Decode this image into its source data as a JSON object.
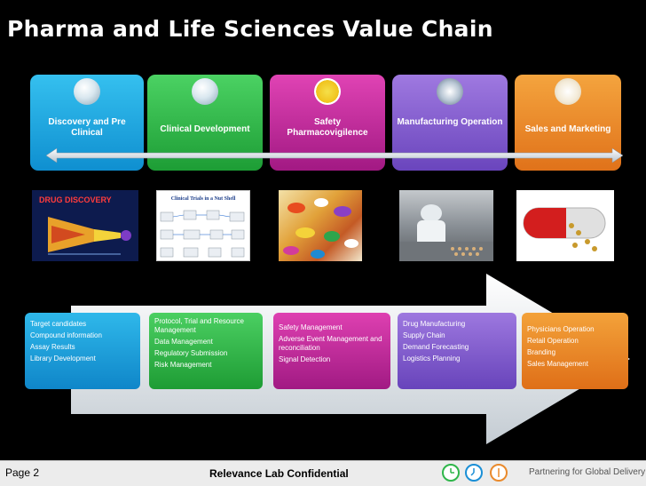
{
  "title": "Pharma and Life Sciences Value Chain",
  "phases": [
    {
      "label": "Discovery and Pre Clinical",
      "icon": "lab-flask-icon"
    },
    {
      "label": "Clinical Development",
      "icon": "clinical-team-icon"
    },
    {
      "label": "Safety Pharmacovigilence",
      "icon": "safety-first-icon"
    },
    {
      "label": "Manufacturing Operation",
      "icon": "gears-icon"
    },
    {
      "label": "Sales and Marketing",
      "icon": "handshake-icon"
    }
  ],
  "images": {
    "drug_discovery": {
      "caption": "DRUG DISCOVERY"
    },
    "clinical_trials": {
      "caption": "Clinical Trials in a Nut Shell"
    }
  },
  "lists": [
    [
      "Target  candidates",
      "Compound information",
      "Assay Results",
      "Library Development"
    ],
    [
      "Protocol, Trial and Resource Management",
      "Data Management",
      "Regulatory Submission",
      "Risk Management"
    ],
    [
      "Safety Management",
      "Adverse Event Management and reconciliation",
      "Signal Detection"
    ],
    [
      "Drug Manufacturing",
      "Supply Chain",
      "Demand Forecasting",
      "Logistics Planning"
    ],
    [
      "Physicians Operation",
      "Retail Operation",
      "Branding",
      "Sales Management"
    ]
  ],
  "footer": {
    "page": "Page 2",
    "confidential": "Relevance Lab Confidential",
    "tagline": "Partnering for Global Delivery"
  },
  "colors": {
    "discovery": "#1a9fdc",
    "clinical": "#2fb64a",
    "safety": "#c52b9c",
    "manufacturing": "#8160d0",
    "sales": "#ea8a2c"
  }
}
